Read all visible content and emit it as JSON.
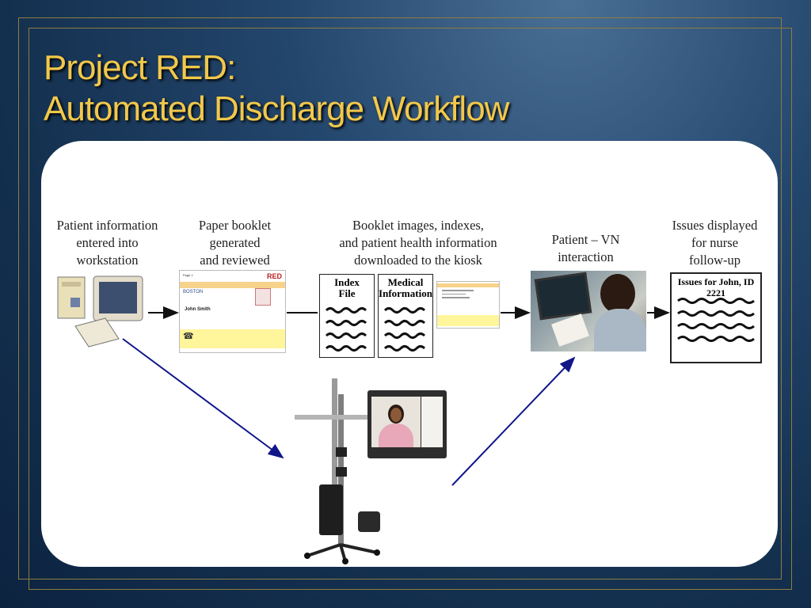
{
  "slide": {
    "title_line1": "Project RED:",
    "title_line2": "Automated Discharge Workflow"
  },
  "steps": [
    {
      "label": "Patient information\nentered into\nworkstation"
    },
    {
      "label": "Paper booklet\ngenerated\nand reviewed"
    },
    {
      "label": "Booklet images, indexes,\nand patient health information\ndownloaded to the kiosk"
    },
    {
      "label": "Patient – VN\ninteraction"
    },
    {
      "label": "Issues displayed\nfor nurse\nfollow-up"
    }
  ],
  "documents": {
    "index_file": "Index\nFile",
    "medical_information": "Medical\nInformation",
    "issues_header": "Issues for John, ID 2221"
  },
  "booklet": {
    "brand": "RED",
    "patient_name": "John Smith"
  },
  "colors": {
    "title": "#f2c84b",
    "arrow_blue": "#10168a",
    "frame_gold": "#8d7d3e"
  }
}
